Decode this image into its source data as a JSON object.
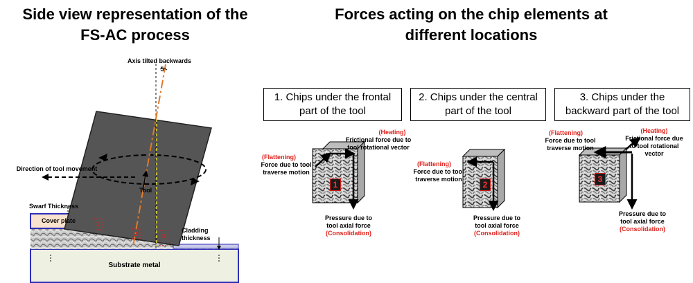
{
  "left_panel": {
    "title_line1": "Side view representation of the",
    "title_line2": "FS-AC process",
    "axis_label": "Axis tilted backwards",
    "tilt_value": "5",
    "direction_label": "Direction of tool movement",
    "tool_label": "Tool",
    "swarf_label": "Swarf Thickness",
    "cover_plate_label": "Cover plate",
    "cladding_label_1": "Cladding",
    "cladding_label_2": "thickness",
    "substrate_label": "Substrate metal",
    "markers": [
      "1",
      "2",
      "3"
    ]
  },
  "right_panel": {
    "title_line1": "Forces acting on the chip elements at",
    "title_line2": "different locations",
    "boxes": [
      {
        "line1": "1. Chips under the frontal",
        "line2": "part of the tool"
      },
      {
        "line1": "2. Chips under the central",
        "line2": "part of the tool"
      },
      {
        "line1": "3. Chips under the",
        "line2": "backward part of the tool"
      }
    ],
    "cube1": {
      "number": "1",
      "heating_tag": "(Heating)",
      "heating_text_1": "Frictional force due to",
      "heating_text_2": "tool rotational vector",
      "flatten_tag": "(Flattening)",
      "flatten_text_1": "Force due to tool",
      "flatten_text_2": "traverse motion",
      "pressure_text_1": "Pressure due to",
      "pressure_text_2": "tool axial force",
      "consol_tag": "(Consolidation)"
    },
    "cube2": {
      "number": "2",
      "flatten_tag": "(Flattening)",
      "flatten_text_1": "Force due to tool",
      "flatten_text_2": "traverse motion",
      "pressure_text_1": "Pressure due to",
      "pressure_text_2": "tool axial force",
      "consol_tag": "(Consolidation)"
    },
    "cube3": {
      "number": "3",
      "flatten_tag": "(Flattening)",
      "flatten_text_1": "Force due to tool",
      "flatten_text_2": "traverse motion",
      "heating_tag": "(Heating)",
      "heating_text_1": "Frictional force due",
      "heating_text_2": "to tool rotational",
      "heating_text_3": "vector",
      "pressure_text_1": "Pressure due to",
      "pressure_text_2": "tool axial force",
      "consol_tag": "(Consolidation)"
    }
  },
  "colors": {
    "red": "#e0201b",
    "tool_gray": "#555555",
    "substrate": "#eef0e2",
    "cover_plate": "#f9e3cf",
    "blue_outline": "#2e2eb8"
  }
}
